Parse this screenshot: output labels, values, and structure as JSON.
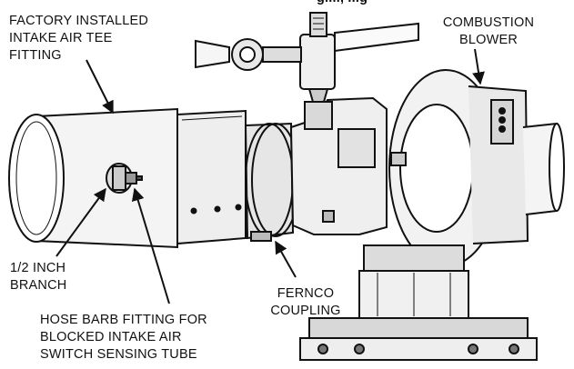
{
  "figure": {
    "header_fragment": "g...., ...g",
    "labels": {
      "factory_tee": [
        "FACTORY INSTALLED",
        "INTAKE AIR TEE",
        "FITTING"
      ],
      "combustion_blower": [
        "COMBUSTION",
        "BLOWER"
      ],
      "half_inch_branch": [
        "1/2 INCH",
        "BRANCH"
      ],
      "fernco_coupling": [
        "FERNCO",
        "COUPLING"
      ],
      "hose_barb": [
        "HOSE BARB FITTING FOR",
        "BLOCKED INTAKE AIR",
        "SWITCH SENSING TUBE"
      ]
    }
  },
  "colors": {
    "ink": "#111111",
    "fill_light": "#f2f2f2",
    "fill_mid": "#d9d9d9",
    "fill_dark": "#555555"
  }
}
